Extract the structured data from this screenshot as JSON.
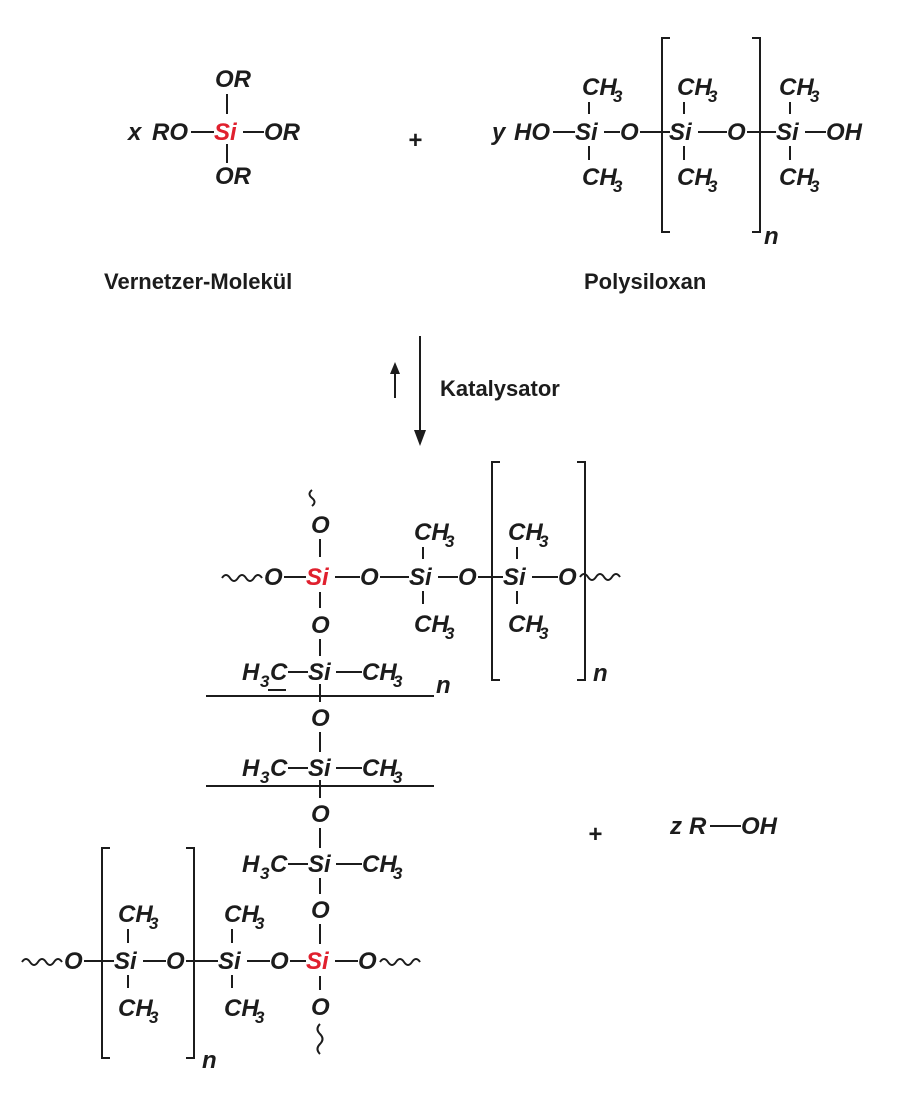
{
  "labels": {
    "vernetzer": "Vernetzer-Molekül",
    "polysiloxan": "Polysiloxan",
    "katalysator": "Katalysator",
    "plus": "+",
    "n": "n",
    "x": "x",
    "y": "y",
    "z": "z"
  },
  "atoms": {
    "OR": "OR",
    "RO": "RO",
    "HO": "HO",
    "OH": "OH",
    "R": "R",
    "Si": "Si",
    "O": "O",
    "CH": "CH",
    "H": "H",
    "C": "C",
    "sub3": "3"
  },
  "colors": {
    "crosslink_si": "#e0202e",
    "ink": "#1c1c1c"
  }
}
